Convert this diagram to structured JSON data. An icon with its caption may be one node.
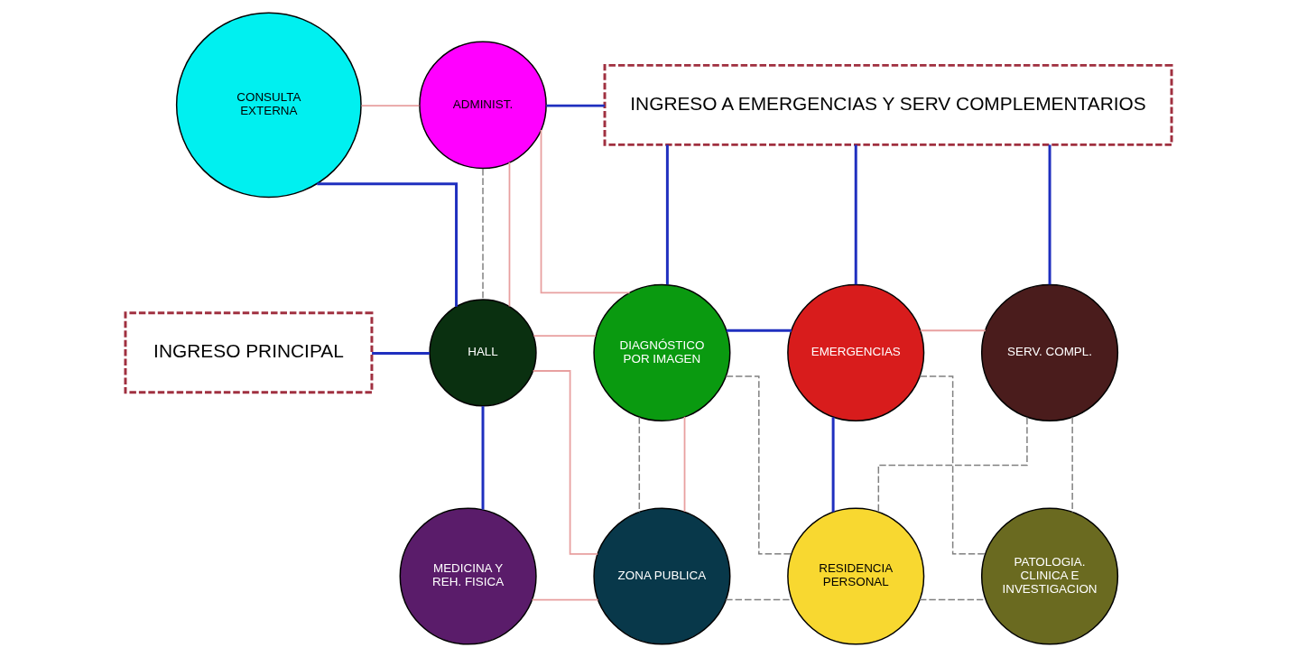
{
  "diagram": {
    "nodes": [
      {
        "text": [
          "INGRESO PRINCIPAL"
        ]
      },
      {
        "text": [
          "CONSULTA EXTERNA"
        ]
      },
      {
        "text": [
          "ADMINIST."
        ]
      },
      {
        "text": [
          "INGRESO A EMERGENCIAS Y SERV COMPLEMENTARIOS"
        ]
      },
      {
        "text": [
          "HALL"
        ]
      },
      {
        "text": [
          "DIAGNÓSTICO POR IMAGEN"
        ]
      },
      {
        "text": [
          "EMERGENCIAS"
        ]
      },
      {
        "text": [
          "SERV. COMPL."
        ]
      },
      {
        "text": [
          "MEDICINA Y REH. FISICA"
        ]
      },
      {
        "text": [
          "ZONA PUBLICA"
        ]
      },
      {
        "text": [
          "RESIDENCIA PERSONAL"
        ]
      },
      {
        "text": [
          "PATOLOGIA. CLINICA E INVESTIGACION"
        ]
      }
    ],
    "edges": [
      {
        "from": 0,
        "to": 4,
        "arrow": "none"
      },
      {
        "from": 1,
        "to": 4,
        "arrow": "none"
      },
      {
        "from": 1,
        "to": 2,
        "arrow": "none",
        "color": "#e8a0a0"
      },
      {
        "from": 2,
        "to": 3,
        "arrow": "none"
      },
      {
        "from": 2,
        "to": 4,
        "arrow": "none",
        "style": "dashed",
        "color": "#808080"
      },
      {
        "from": 2,
        "to": 4,
        "arrow": "none",
        "color": "#e8a0a0"
      },
      {
        "from": 2,
        "to": 5,
        "arrow": "none",
        "color": "#e8a0a0"
      },
      {
        "from": 4,
        "to": 5,
        "arrow": "none",
        "color": "#e8a0a0"
      },
      {
        "from": 4,
        "to": 8,
        "arrow": "none"
      },
      {
        "from": 9,
        "to": 4,
        "arrow": "none",
        "color": "#e8a0a0"
      },
      {
        "from": 9,
        "to": 5,
        "arrow": "none",
        "color": "#e8a0a0"
      },
      {
        "from": 5,
        "to": 6,
        "arrow": "none"
      },
      {
        "from": 3,
        "to": 5,
        "arrow": "none"
      },
      {
        "from": 3,
        "to": 6,
        "arrow": "none"
      },
      {
        "from": 3,
        "to": 7,
        "arrow": "none"
      },
      {
        "from": 6,
        "to": 7,
        "arrow": "none",
        "color": "#e8a0a0"
      },
      {
        "from": 6,
        "to": 10,
        "arrow": "none"
      },
      {
        "from": 8,
        "to": 9,
        "arrow": "none",
        "color": "#e8a0a0"
      },
      {
        "from": 5,
        "to": 9,
        "arrow": "none",
        "style": "dashed",
        "color": "#808080"
      },
      {
        "from": 5,
        "to": 10,
        "arrow": "none",
        "style": "dashed",
        "color": "#808080"
      },
      {
        "from": 9,
        "to": 10,
        "arrow": "none",
        "style": "dashed",
        "color": "#808080"
      },
      {
        "from": 10,
        "to": 11,
        "arrow": "none",
        "style": "dashed",
        "color": "#808080"
      },
      {
        "from": 6,
        "to": 11,
        "arrow": "none",
        "style": "dashed",
        "color": "#808080"
      },
      {
        "from": 7,
        "to": 10,
        "arrow": "none",
        "style": "dashed",
        "color": "#808080"
      },
      {
        "from": 7,
        "to": 11,
        "arrow": "none",
        "style": "dashed",
        "color": "#808080"
      }
    ]
  }
}
